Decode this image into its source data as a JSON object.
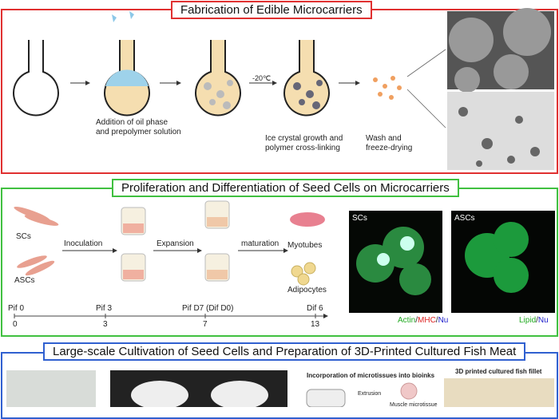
{
  "colors": {
    "panel1": "#e03030",
    "panel2": "#40c040",
    "panel3": "#3060d0"
  },
  "panel1": {
    "title": "Fabrication of Edible Microcarriers",
    "steps": [
      "Addition of oil phase\nand prepolymer solution",
      "-20℃",
      "Ice crystal growth and\npolymer cross-linking",
      "Wash and\nfreeze-drying"
    ]
  },
  "panel2": {
    "title": "Proliferation and Differentiation of Seed Cells on Microcarriers",
    "cells": [
      "SCs",
      "ASCs"
    ],
    "arrows": [
      "Inoculation",
      "Expansion",
      "maturation"
    ],
    "outputs": [
      "Myotubes",
      "Adipocytes"
    ],
    "timeline": {
      "labels": [
        "Pif 0",
        "Pif 3",
        "Pif D7 (Dif D0)",
        "Dif 6"
      ],
      "ticks": [
        "0",
        "3",
        "7",
        "13"
      ]
    },
    "images": [
      {
        "label": "SCs",
        "legend": [
          "Actin",
          "/",
          "MHC",
          "/",
          "Nu"
        ]
      },
      {
        "label": "ASCs",
        "legend": [
          "Lipid",
          "/",
          "Nu"
        ]
      }
    ]
  },
  "panel3": {
    "title": "Large-scale Cultivation of Seed Cells and Preparation of 3D-Printed Cultured Fish Meat",
    "subtitles": [
      "Incorporation of microtissues into bioinks",
      "3D printed cultured fish fillet"
    ],
    "labels": [
      "Extrusion",
      "Muscle microtissue"
    ]
  }
}
